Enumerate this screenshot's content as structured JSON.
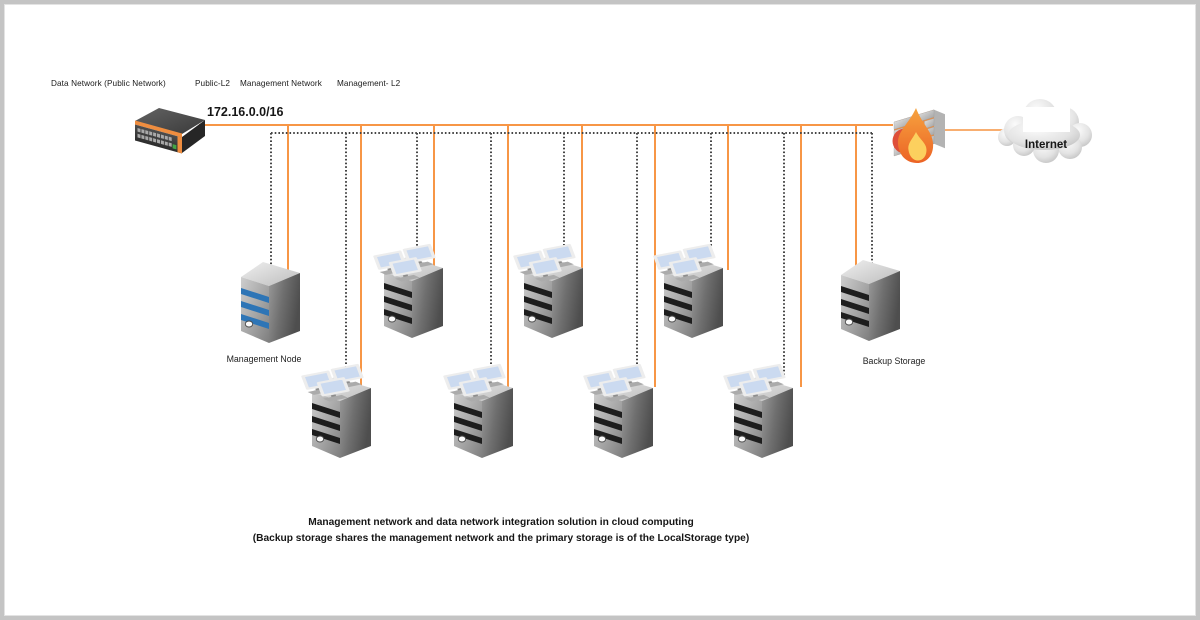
{
  "legend": {
    "items": [
      "Data Network (Public Network)",
      "Public-L2",
      "Management Network",
      "Management- L2"
    ]
  },
  "network": {
    "subnet": "172.16.0.0/16",
    "data_network_color": "#f79646",
    "management_network_color": "#454545"
  },
  "nodes": {
    "management": {
      "label": "Management Node"
    },
    "backup": {
      "label": "Backup Storage"
    },
    "internet": {
      "label": "Internet"
    },
    "vm_host_count": 7
  },
  "caption": {
    "line1": "Management network and data network integration solution in cloud computing",
    "line2": "(Backup storage shares the management network and the primary storage is of the LocalStorage type)"
  },
  "colors": {
    "management_node_stripe": "#2e75b6",
    "server_stripe": "#1d1d1d",
    "accent_orange": "#f79646",
    "switch_trim_orange": "#ef8d3f"
  }
}
